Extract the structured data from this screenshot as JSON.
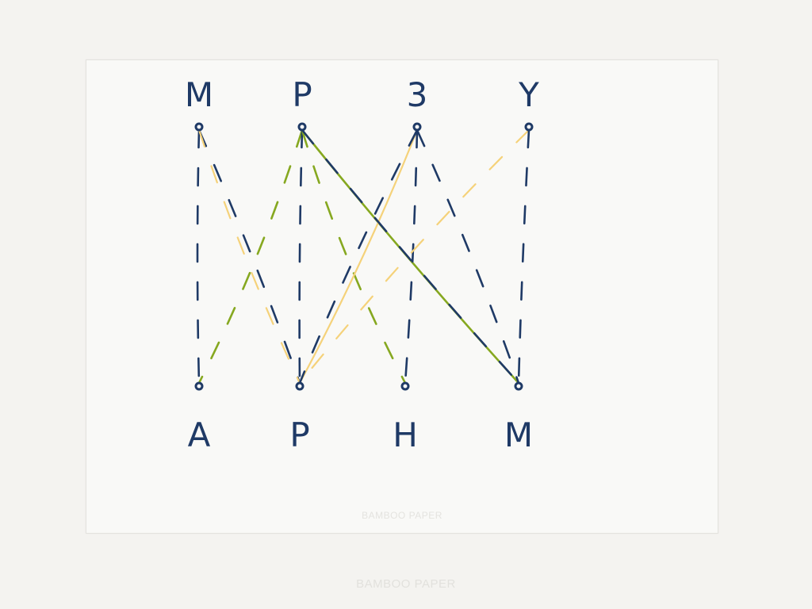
{
  "diagram": {
    "top_nodes": [
      "M",
      "P",
      "3",
      "Y"
    ],
    "bottom_nodes": [
      "A",
      "P",
      "H",
      "M"
    ],
    "colors": {
      "ink": "#1f3a66",
      "green": "#86a820",
      "yellow": "#f5d27a"
    },
    "edges": [
      {
        "from": "top.0",
        "to": "bottom.0",
        "style": "dashed",
        "color": "ink"
      },
      {
        "from": "top.0",
        "to": "bottom.1",
        "style": "dashed",
        "color": "ink"
      },
      {
        "from": "top.0",
        "to": "bottom.1",
        "style": "dashed",
        "color": "yellow"
      },
      {
        "from": "top.1",
        "to": "bottom.0",
        "style": "dashed",
        "color": "green"
      },
      {
        "from": "top.1",
        "to": "bottom.1",
        "style": "dashed",
        "color": "ink"
      },
      {
        "from": "top.1",
        "to": "bottom.2",
        "style": "dashed",
        "color": "green"
      },
      {
        "from": "top.1",
        "to": "bottom.3",
        "style": "solid",
        "color": "green"
      },
      {
        "from": "top.2",
        "to": "bottom.1",
        "style": "solid",
        "color": "yellow"
      },
      {
        "from": "top.2",
        "to": "bottom.1",
        "style": "dashed",
        "color": "ink"
      },
      {
        "from": "top.2",
        "to": "bottom.2",
        "style": "dashed",
        "color": "ink"
      },
      {
        "from": "top.2",
        "to": "bottom.3",
        "style": "dashed",
        "color": "ink"
      },
      {
        "from": "top.3",
        "to": "bottom.1",
        "style": "dashed",
        "color": "yellow"
      },
      {
        "from": "top.3",
        "to": "bottom.3",
        "style": "dashed",
        "color": "ink"
      },
      {
        "from": "top.1",
        "to": "bottom.3",
        "style": "dashed",
        "color": "ink"
      }
    ]
  },
  "watermark": {
    "inner": "BAMBOO PAPER",
    "outer": "BAMBOO PAPER"
  }
}
